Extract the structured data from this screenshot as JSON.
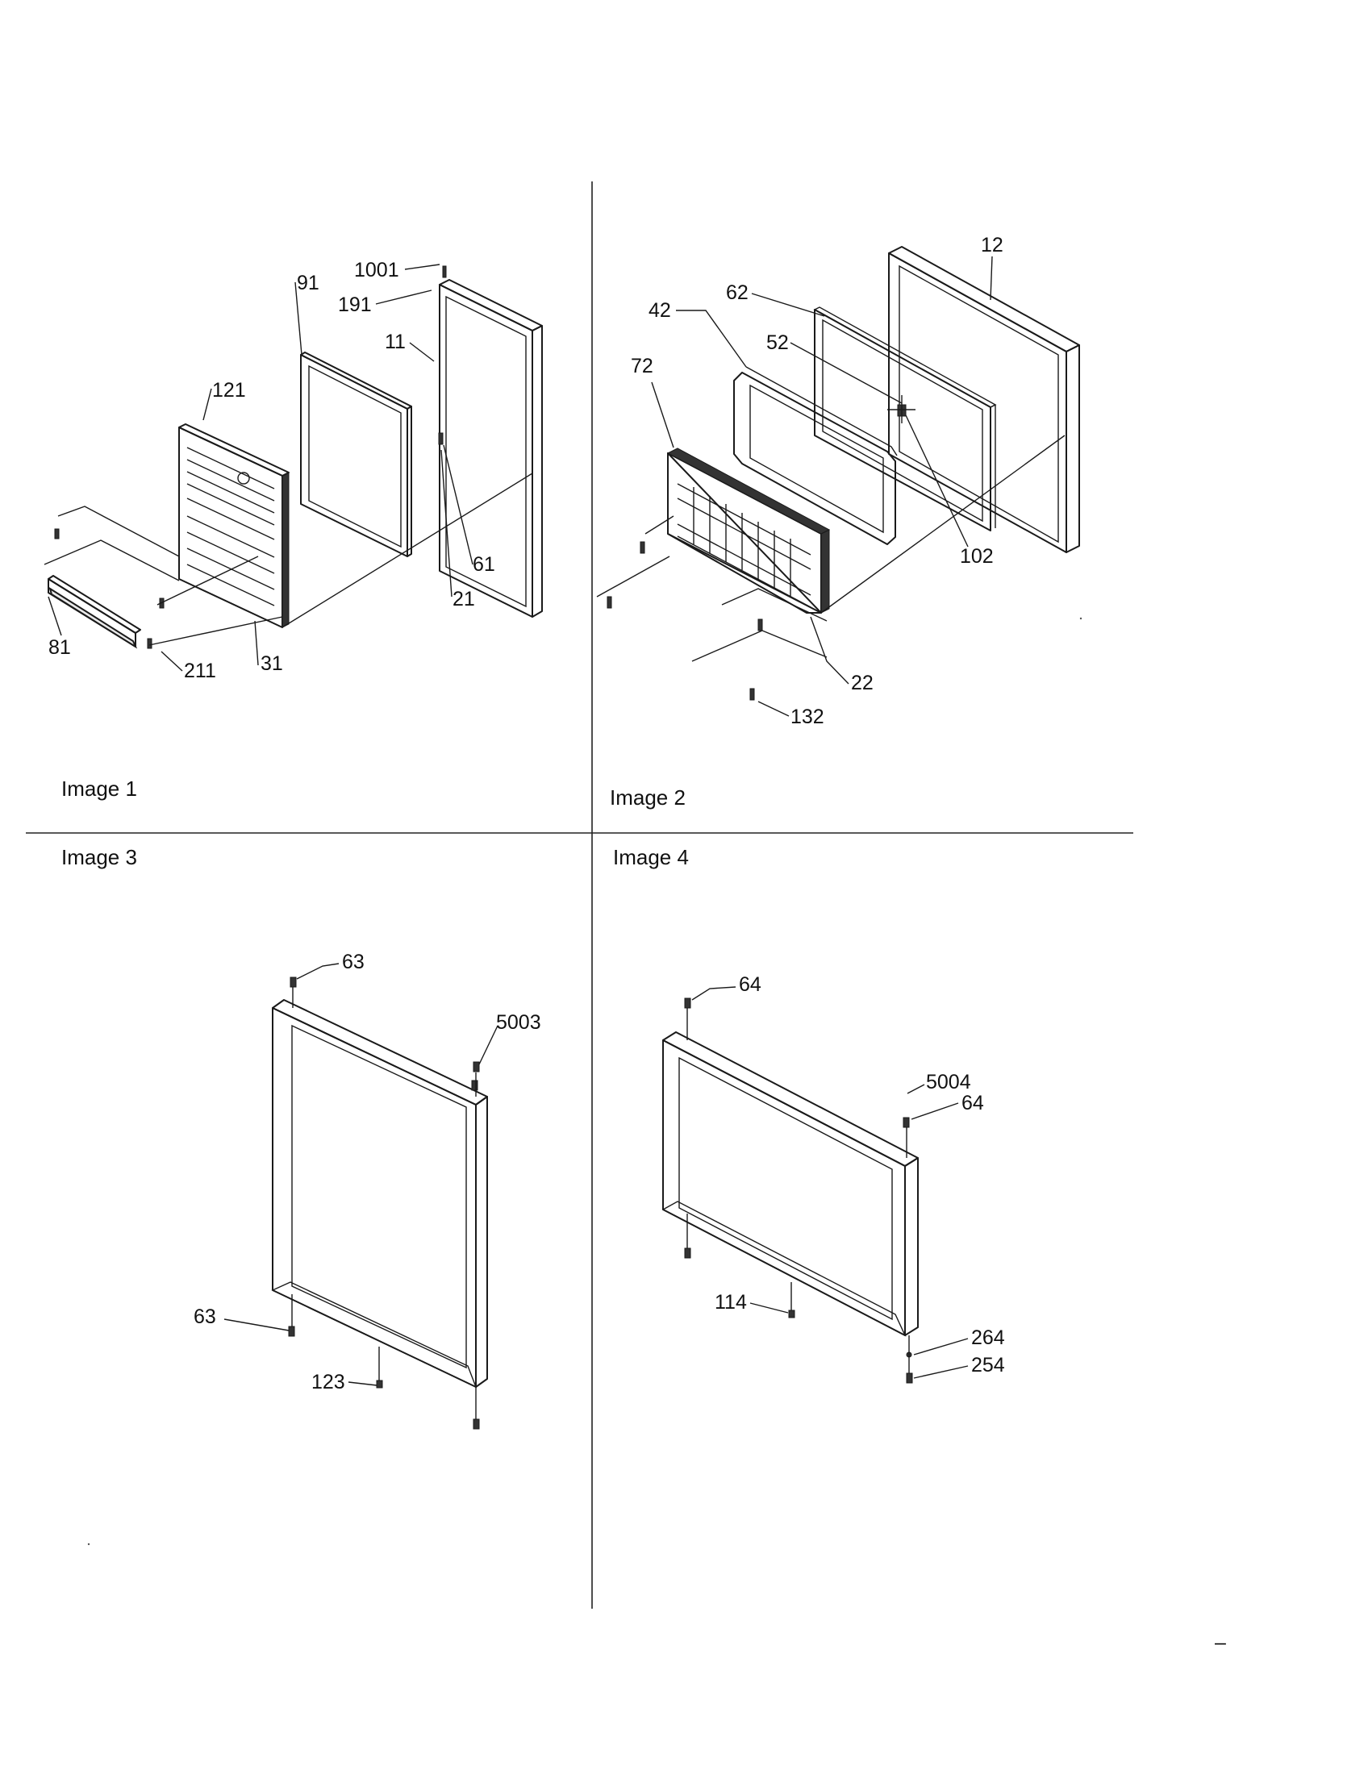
{
  "captions": {
    "image1": "Image 1",
    "image2": "Image 2",
    "image3": "Image 3",
    "image4": "Image 4"
  },
  "callouts": {
    "image1": [
      "1001",
      "91",
      "191",
      "11",
      "121",
      "61",
      "21",
      "81",
      "211",
      "31"
    ],
    "image2": [
      "12",
      "62",
      "42",
      "52",
      "72",
      "102",
      "22",
      "132"
    ],
    "image3": [
      "63",
      "5003",
      "63",
      "123"
    ],
    "image4": [
      "64",
      "5004",
      "64",
      "114",
      "264",
      "254"
    ]
  },
  "stray_marks": [
    "–"
  ]
}
